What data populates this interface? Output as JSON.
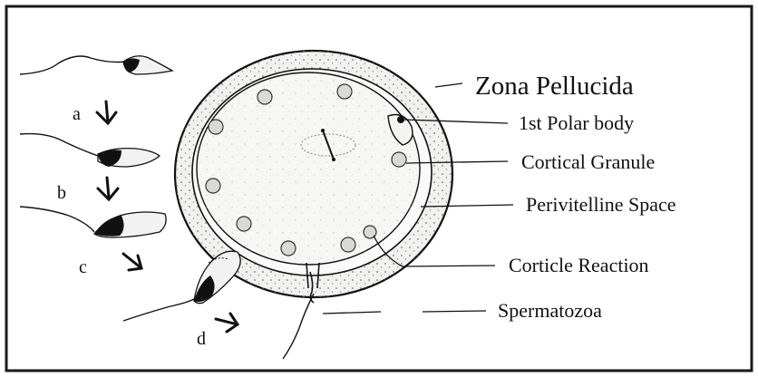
{
  "diagram": {
    "labels": {
      "zona_pellucida": "Zona Pellucida",
      "polar_body": "1st Polar body",
      "cortical_granule": "Cortical Granule",
      "perivitelline_space": "Perivitelline Space",
      "corticle_reaction": "Corticle Reaction",
      "spermatozoa": "Spermatozoa"
    },
    "steps": [
      "a",
      "b",
      "c",
      "d"
    ]
  },
  "colors": {
    "line": "#111111",
    "zona_fill": "#f1f1ef",
    "cytoplasm_fill": "#f6f6f4",
    "granule_fill": "#d9d9d6",
    "frame": "#1a1a1a"
  }
}
